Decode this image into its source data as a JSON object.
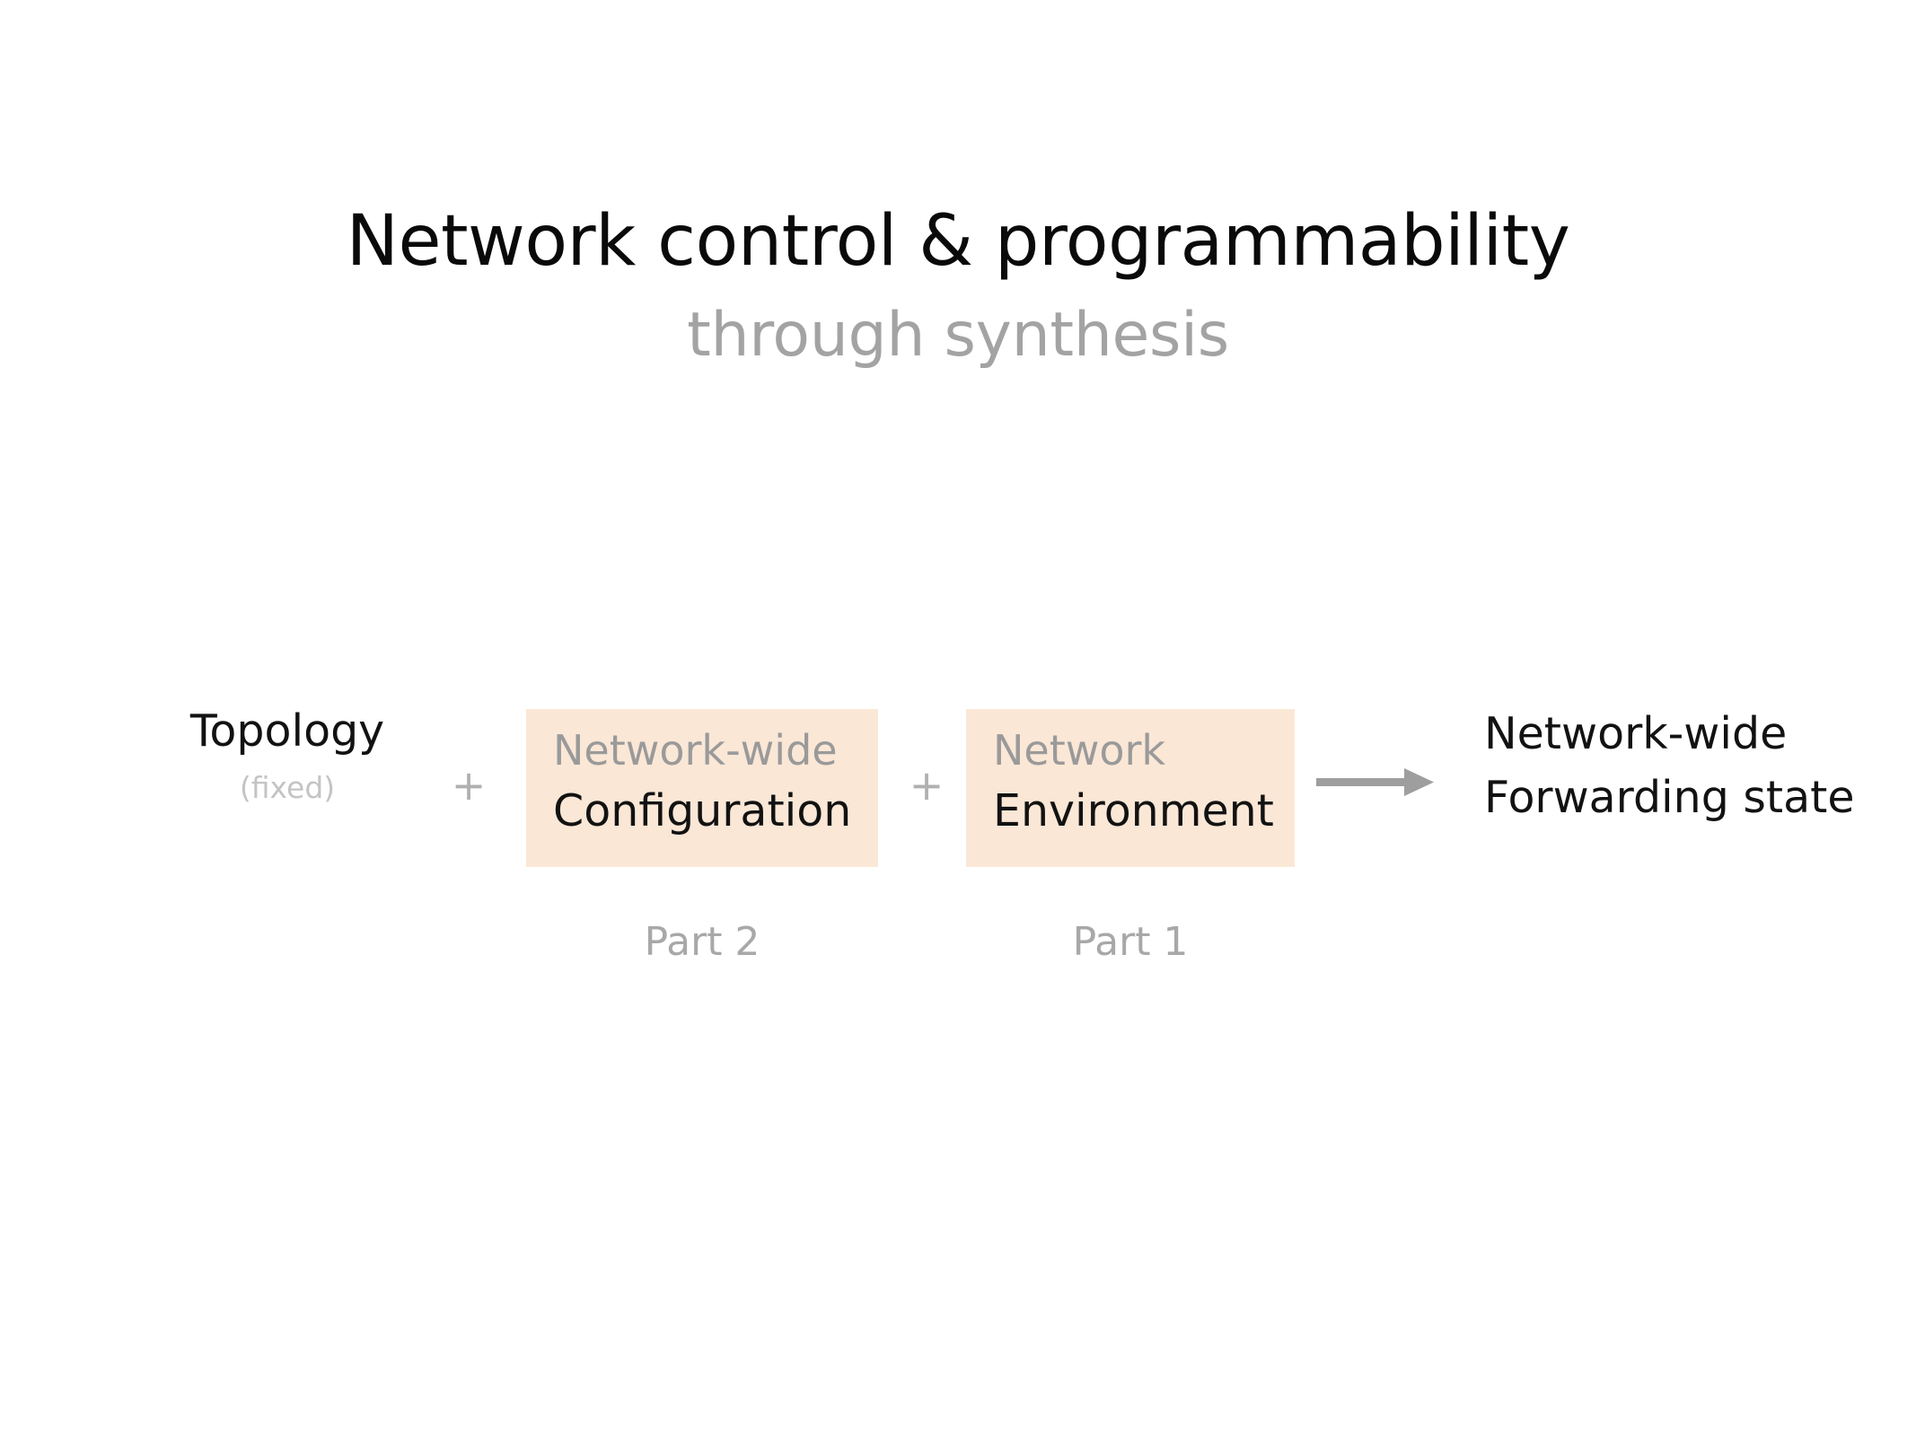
{
  "slide": {
    "title": "Network control & programmability",
    "subtitle": "through synthesis"
  },
  "colors": {
    "title_text": "#0a0a0a",
    "subtitle_text": "#a3a3a3",
    "box_background": "#fbe7d6",
    "box_label_muted": "#9a9a9a",
    "box_label_strong": "#121212",
    "arrow": "#9e9e9e",
    "plus_sign": "#b0b0b0",
    "caption": "#a8a8a8",
    "fixed_note": "#c4c4c4",
    "slide_background": "#ffffff"
  },
  "equation": {
    "topology": {
      "label": "Topology",
      "note": "(fixed)"
    },
    "plus_1": "+",
    "plus_2": "+",
    "box_configuration": {
      "qualifier": "Network-wide",
      "name": "Configuration",
      "caption": "Part 2"
    },
    "box_environment": {
      "qualifier": "Network",
      "name": "Environment",
      "caption": "Part 1"
    },
    "arrow_icon": "right-arrow-icon",
    "result": {
      "line_1": "Network-wide",
      "line_2": "Forwarding state"
    }
  }
}
